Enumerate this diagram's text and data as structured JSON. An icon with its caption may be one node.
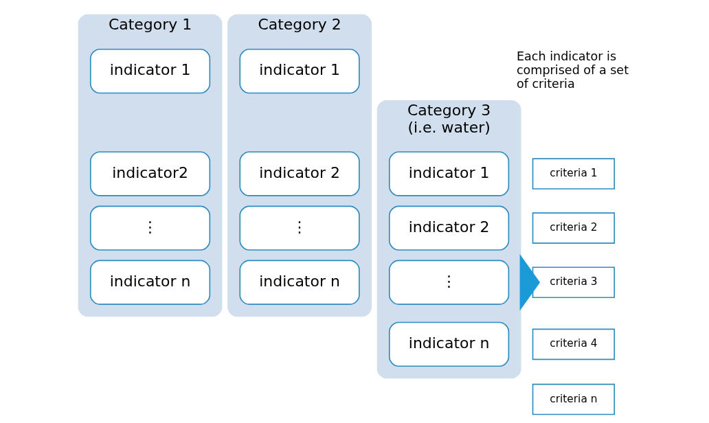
{
  "diagram": {
    "nodes": [
      {
        "text": [
          "Category 1"
        ]
      },
      {
        "text": [
          "indicator 1"
        ],
        "in": 0
      },
      {
        "text": [
          "indicator2"
        ],
        "in": 0
      },
      {
        "text": [
          "⋮"
        ],
        "in": 0
      },
      {
        "text": [
          "indicator n"
        ],
        "in": 0
      },
      {
        "text": [
          "Category 2"
        ]
      },
      {
        "text": [
          "indicator 1"
        ],
        "in": 5
      },
      {
        "text": [
          "indicator 2"
        ],
        "in": 5
      },
      {
        "text": [
          "⋮"
        ],
        "in": 5
      },
      {
        "text": [
          "indicator n"
        ],
        "in": 5
      },
      {
        "text": [
          "Category 3",
          "(i.e. water)"
        ]
      },
      {
        "text": [
          "indicator 1"
        ],
        "in": 10
      },
      {
        "text": [
          "indicator 2"
        ],
        "in": 10
      },
      {
        "text": [
          "⋮"
        ],
        "in": 10
      },
      {
        "text": [
          "indicator n"
        ],
        "in": 10
      },
      {
        "text": [
          "criteria 1"
        ]
      },
      {
        "text": [
          "criteria 2"
        ]
      },
      {
        "text": [
          "criteria 3"
        ]
      },
      {
        "text": [
          "criteria 4"
        ]
      },
      {
        "text": [
          "criteria n"
        ]
      }
    ],
    "edges": [
      {
        "from": 10,
        "to": 17,
        "arrow": "to",
        "style": "thick",
        "color": "#1a9ad6"
      }
    ],
    "labels": [
      "Each indicator is comprised of a set of criteria"
    ]
  }
}
